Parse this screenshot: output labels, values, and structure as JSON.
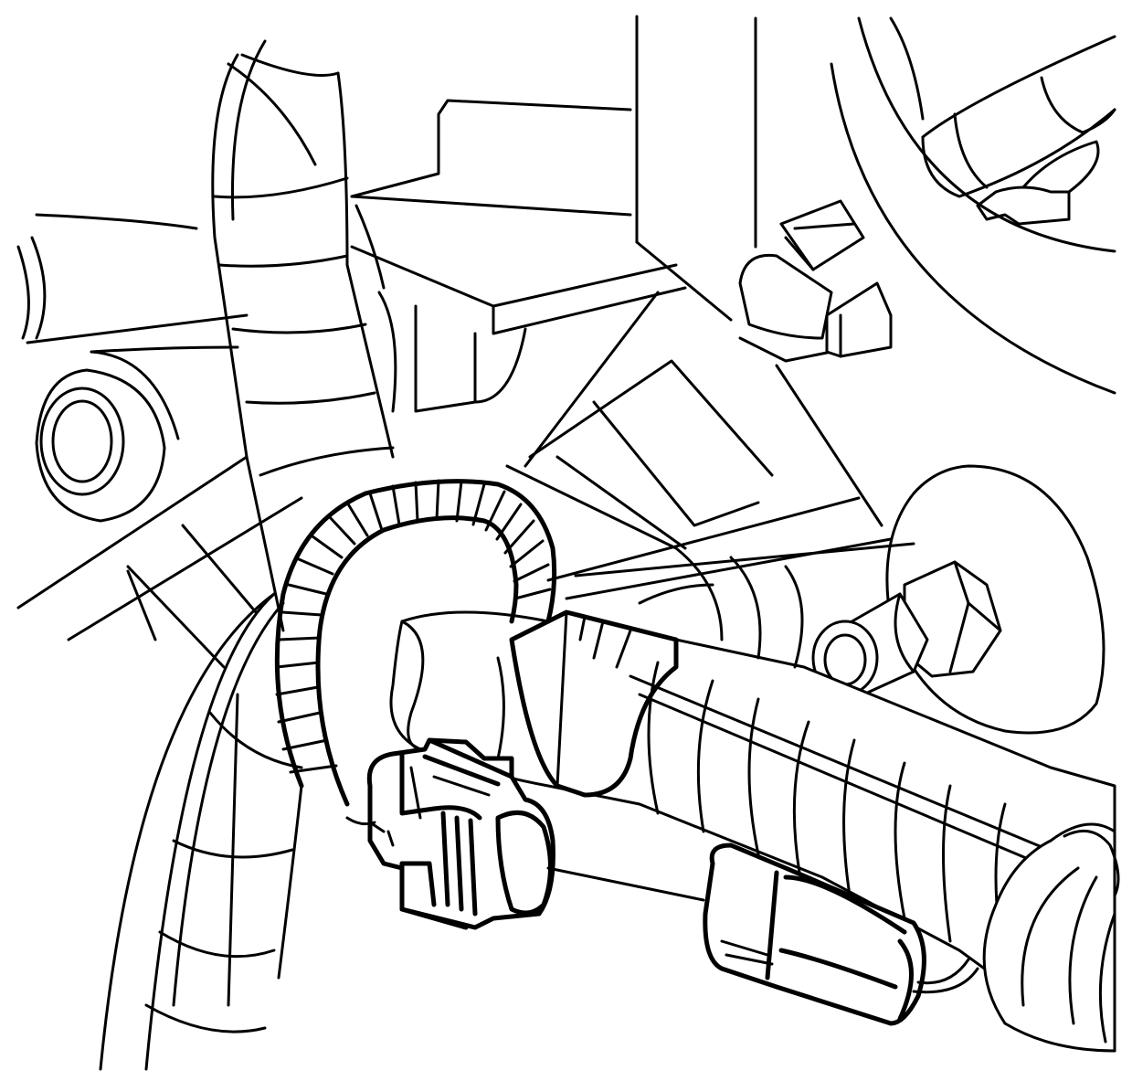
{
  "figure": {
    "style": "black-and-white technical line drawing",
    "background": "#ffffff",
    "stroke": "#000000",
    "components": [
      "wiring-harness",
      "harness-branch-loop",
      "electrical-connector",
      "inline-connector",
      "stud-and-nut",
      "washer-disc",
      "engine-bracket",
      "round-boss",
      "upper-right-hose",
      "small-sensor-block",
      "large-housing-arc"
    ]
  }
}
